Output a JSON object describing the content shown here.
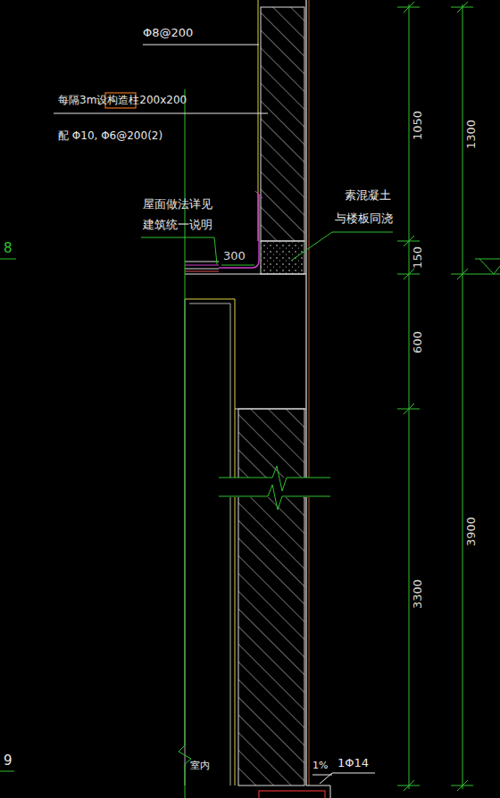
{
  "diagram": {
    "labels": [
      "Φ8@200",
      "每隔3m设构造柱200x200",
      "配 Φ10, Φ6@200(2)",
      "屋面做法详见",
      "建筑统一说明",
      "300",
      "素混凝土",
      "与楼板同浇",
      "1050",
      "150",
      "600",
      "3300",
      "1300",
      "3900",
      "8",
      "9",
      "室内",
      "1%",
      "1Φ14"
    ]
  }
}
